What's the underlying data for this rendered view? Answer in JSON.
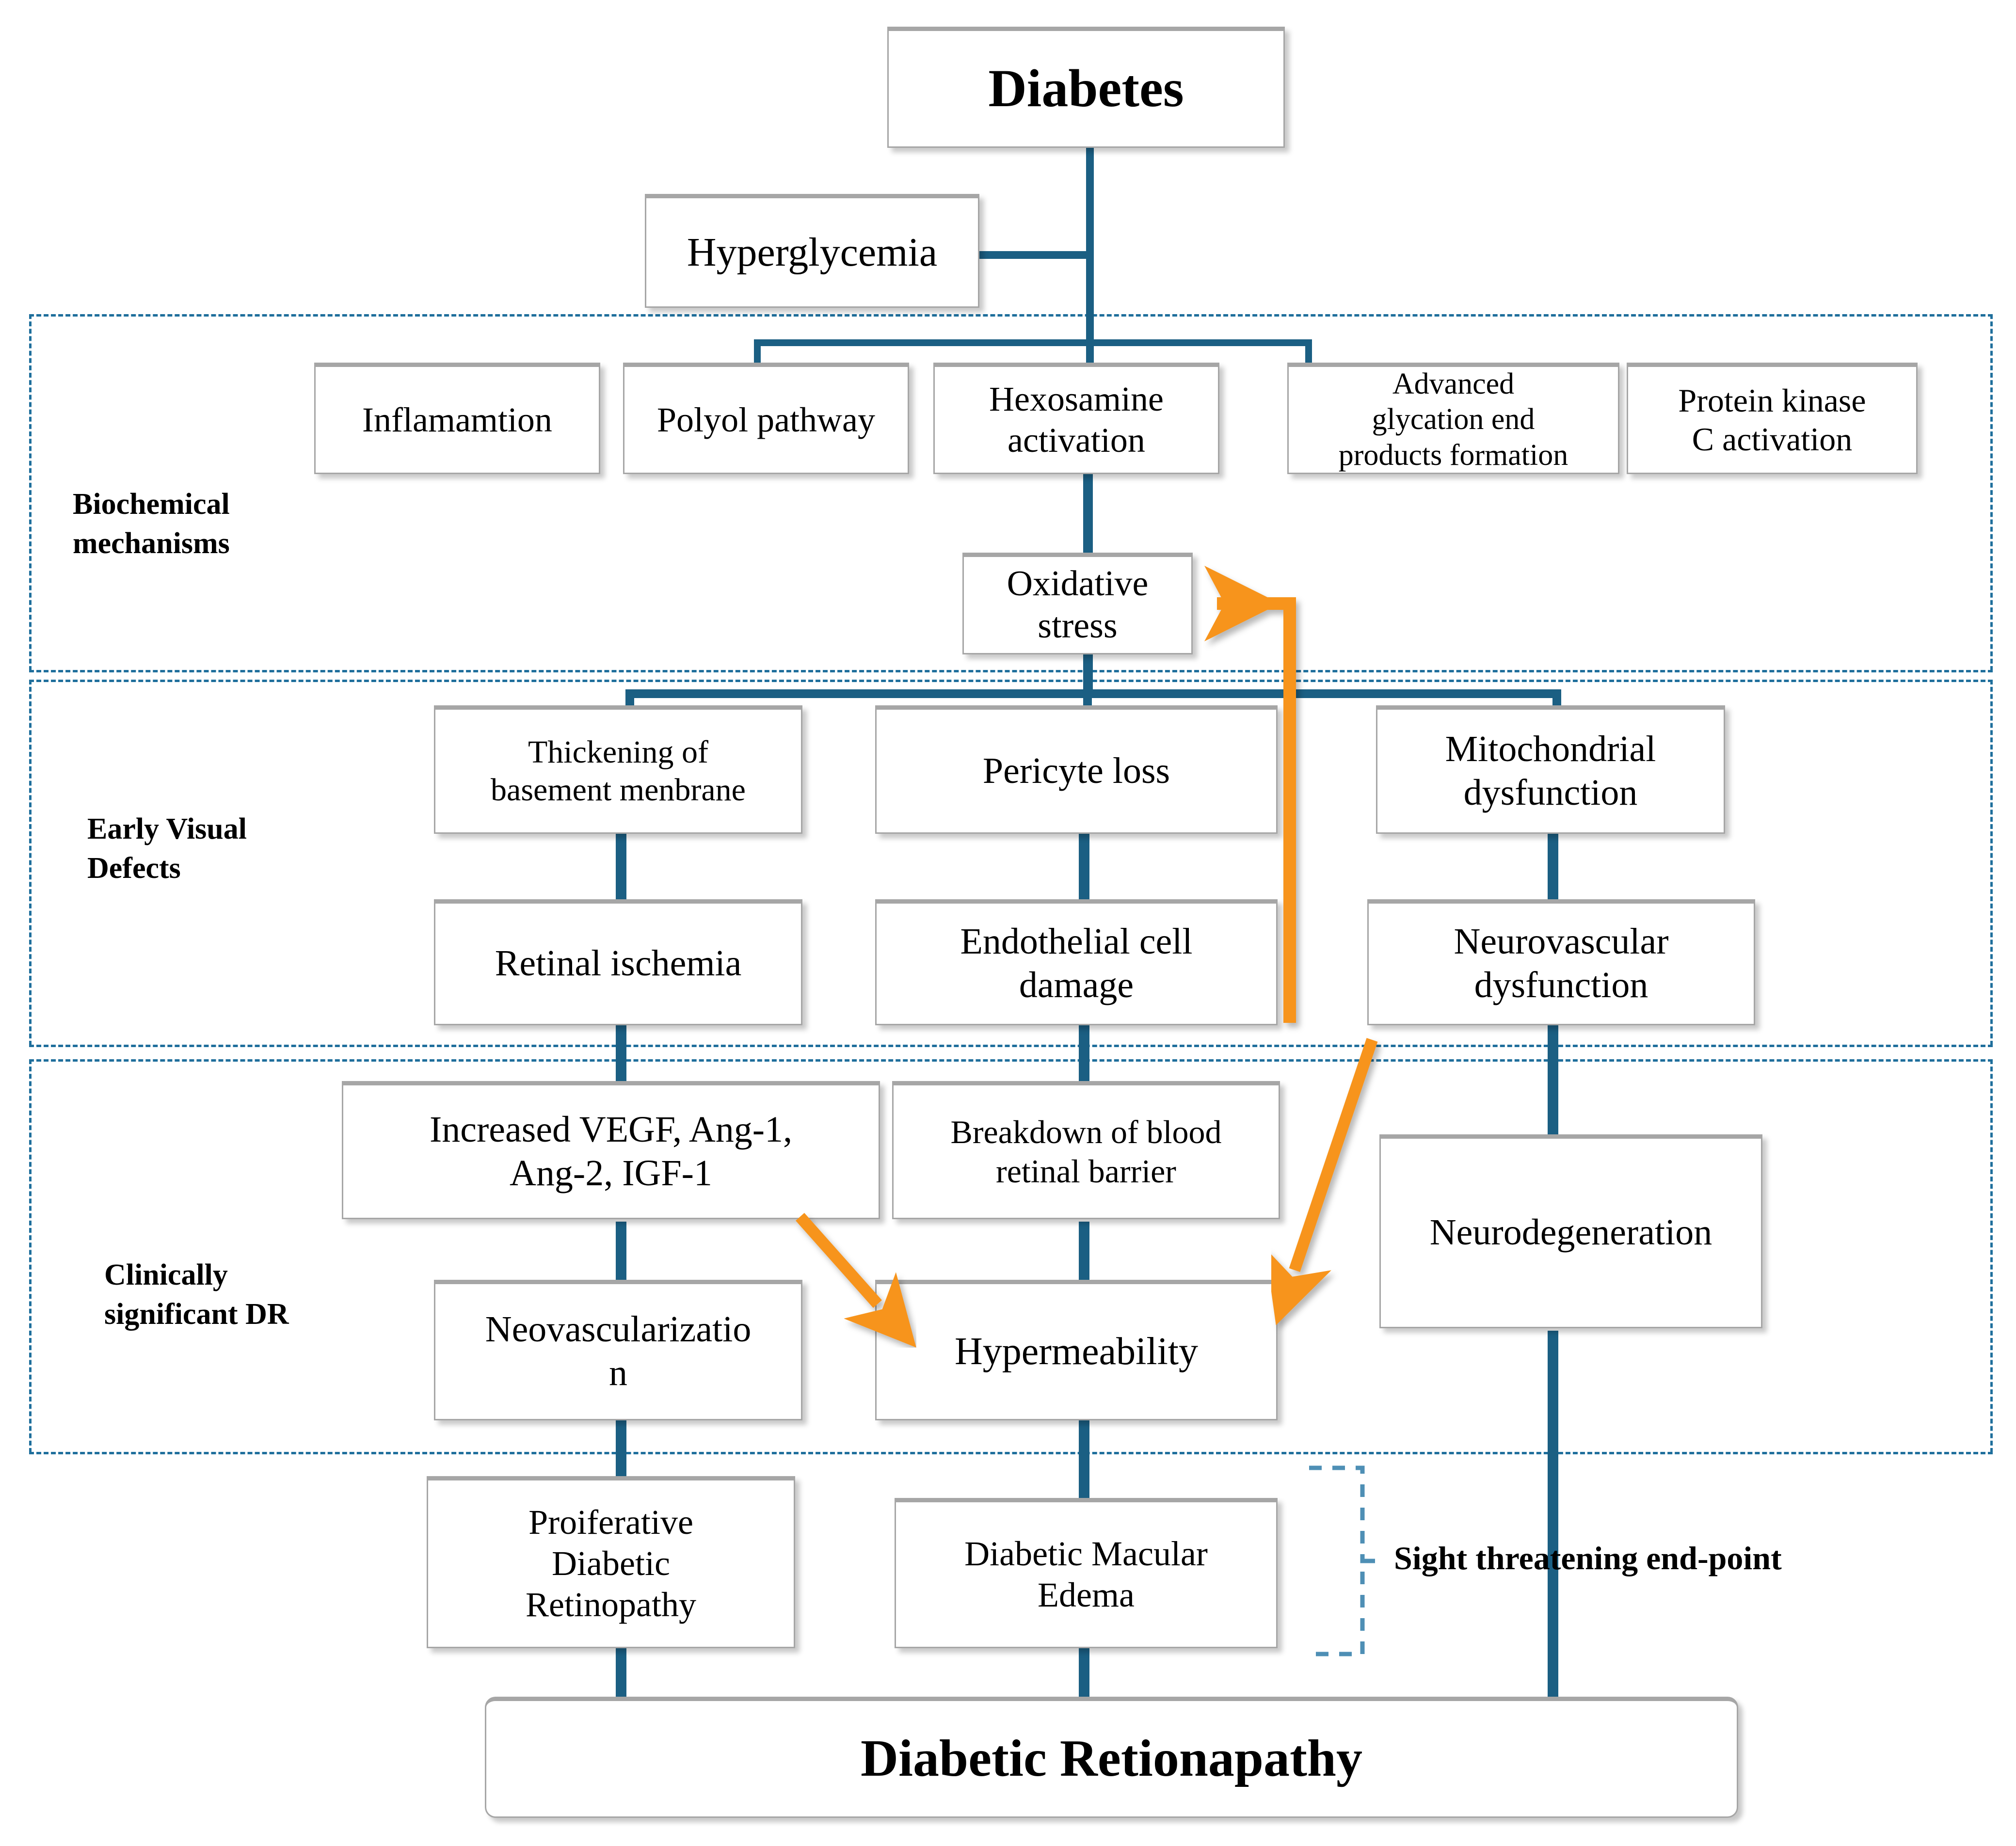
{
  "diagram": {
    "title": "Diabetic Retinopathy Pathogenesis Flowchart",
    "colors": {
      "connector_blue": "#1b5f83",
      "section_border_blue": "#1f6f9c",
      "arrow_orange": "#F7941E",
      "box_border_gray": "#a6a6a6",
      "box_fill": "#ffffff",
      "text": "#000000"
    }
  },
  "nodes": {
    "diabetes": "Diabetes",
    "hyperglycemia": "Hyperglycemia",
    "inflammation": "Inflamamtion",
    "polyol": "Polyol pathway",
    "hexosamine": "Hexosamine\nactivation",
    "age": "Advanced\nglycation end\nproducts formation",
    "pkc": "Protein kinase\nC activation",
    "oxidative_stress": "Oxidative\nstress",
    "basement_membrane": "Thickening of\nbasement menbrane",
    "pericyte_loss": "Pericyte loss",
    "mitochondrial": "Mitochondrial\ndysfunction",
    "retinal_ischemia": "Retinal ischemia",
    "endothelial": "Endothelial cell\ndamage",
    "neurovascular": "Neurovascular\ndysfunction",
    "growth_factors": "Increased VEGF, Ang-1,\nAng-2, IGF-1",
    "brb_breakdown": "Breakdown of blood\nretinal barrier",
    "neurodegeneration": "Neurodegeneration",
    "neovascularization": "Neovascularizatio\nn",
    "hypermeability": "Hypermeability",
    "pdr": "Proiferative\nDiabetic\nRetinopathy",
    "dme": "Diabetic Macular\nEdema",
    "diabetic_retinopathy": "Diabetic Retionapathy"
  },
  "bands": {
    "biochemical": "Biochemical\nmechanisms",
    "early_visual": "Early Visual\nDefects",
    "clinical": "Clinically\nsignificant DR"
  },
  "annotations": {
    "endpoint": "Sight threatening end-point"
  }
}
